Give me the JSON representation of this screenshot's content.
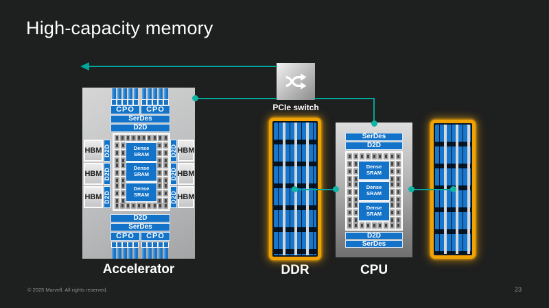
{
  "slide": {
    "title": "High-capacity memory",
    "footer": "© 2025 Marvell. All rights reserved.",
    "page_number": "23"
  },
  "pcie_switch": {
    "label": "PCIe switch",
    "icon": "shuffle-icon"
  },
  "labels": {
    "cpo": "CPO",
    "serdes": "SerDes",
    "d2d": "D2D",
    "hbm": "HBM",
    "dense_line1": "Dense",
    "dense_line2": "SRAM"
  },
  "components": {
    "accelerator": {
      "label": "Accelerator"
    },
    "ddr": {
      "label": "DDR"
    },
    "cpu": {
      "label": "CPU"
    }
  },
  "colors": {
    "background": "#1e1f1f",
    "accent_teal": "#00a69a",
    "chip_blue": "#1373c9",
    "dimm_orange": "#f0a202",
    "chip_gray": "#b9babb"
  }
}
